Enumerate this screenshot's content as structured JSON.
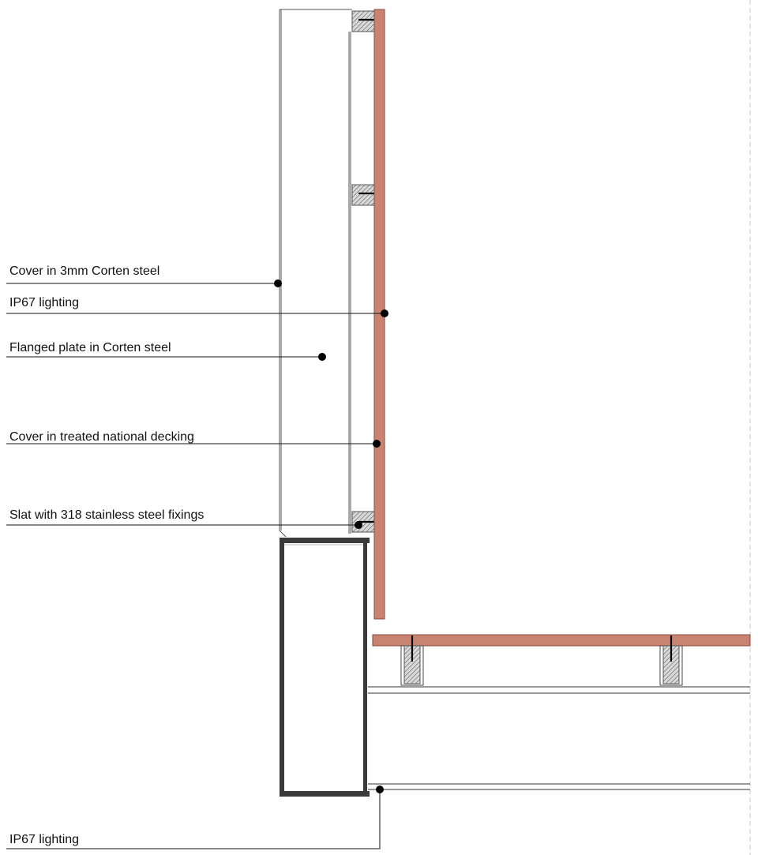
{
  "colors": {
    "corten_decking": "#c98371",
    "decking_edge": "#8a4a3c",
    "steel_frame": "#3a3a3a",
    "line": "#111111",
    "hatch": "#777777"
  },
  "labels": {
    "cover_corten": "Cover in 3mm Corten steel",
    "lighting_top": "IP67 lighting",
    "flanged_plate": "Flanged plate in Corten steel",
    "decking_cover": "Cover in treated national decking",
    "slat_fixings": "Slat with 318 stainless steel fixings",
    "lighting_bottom": "IP67 lighting"
  }
}
